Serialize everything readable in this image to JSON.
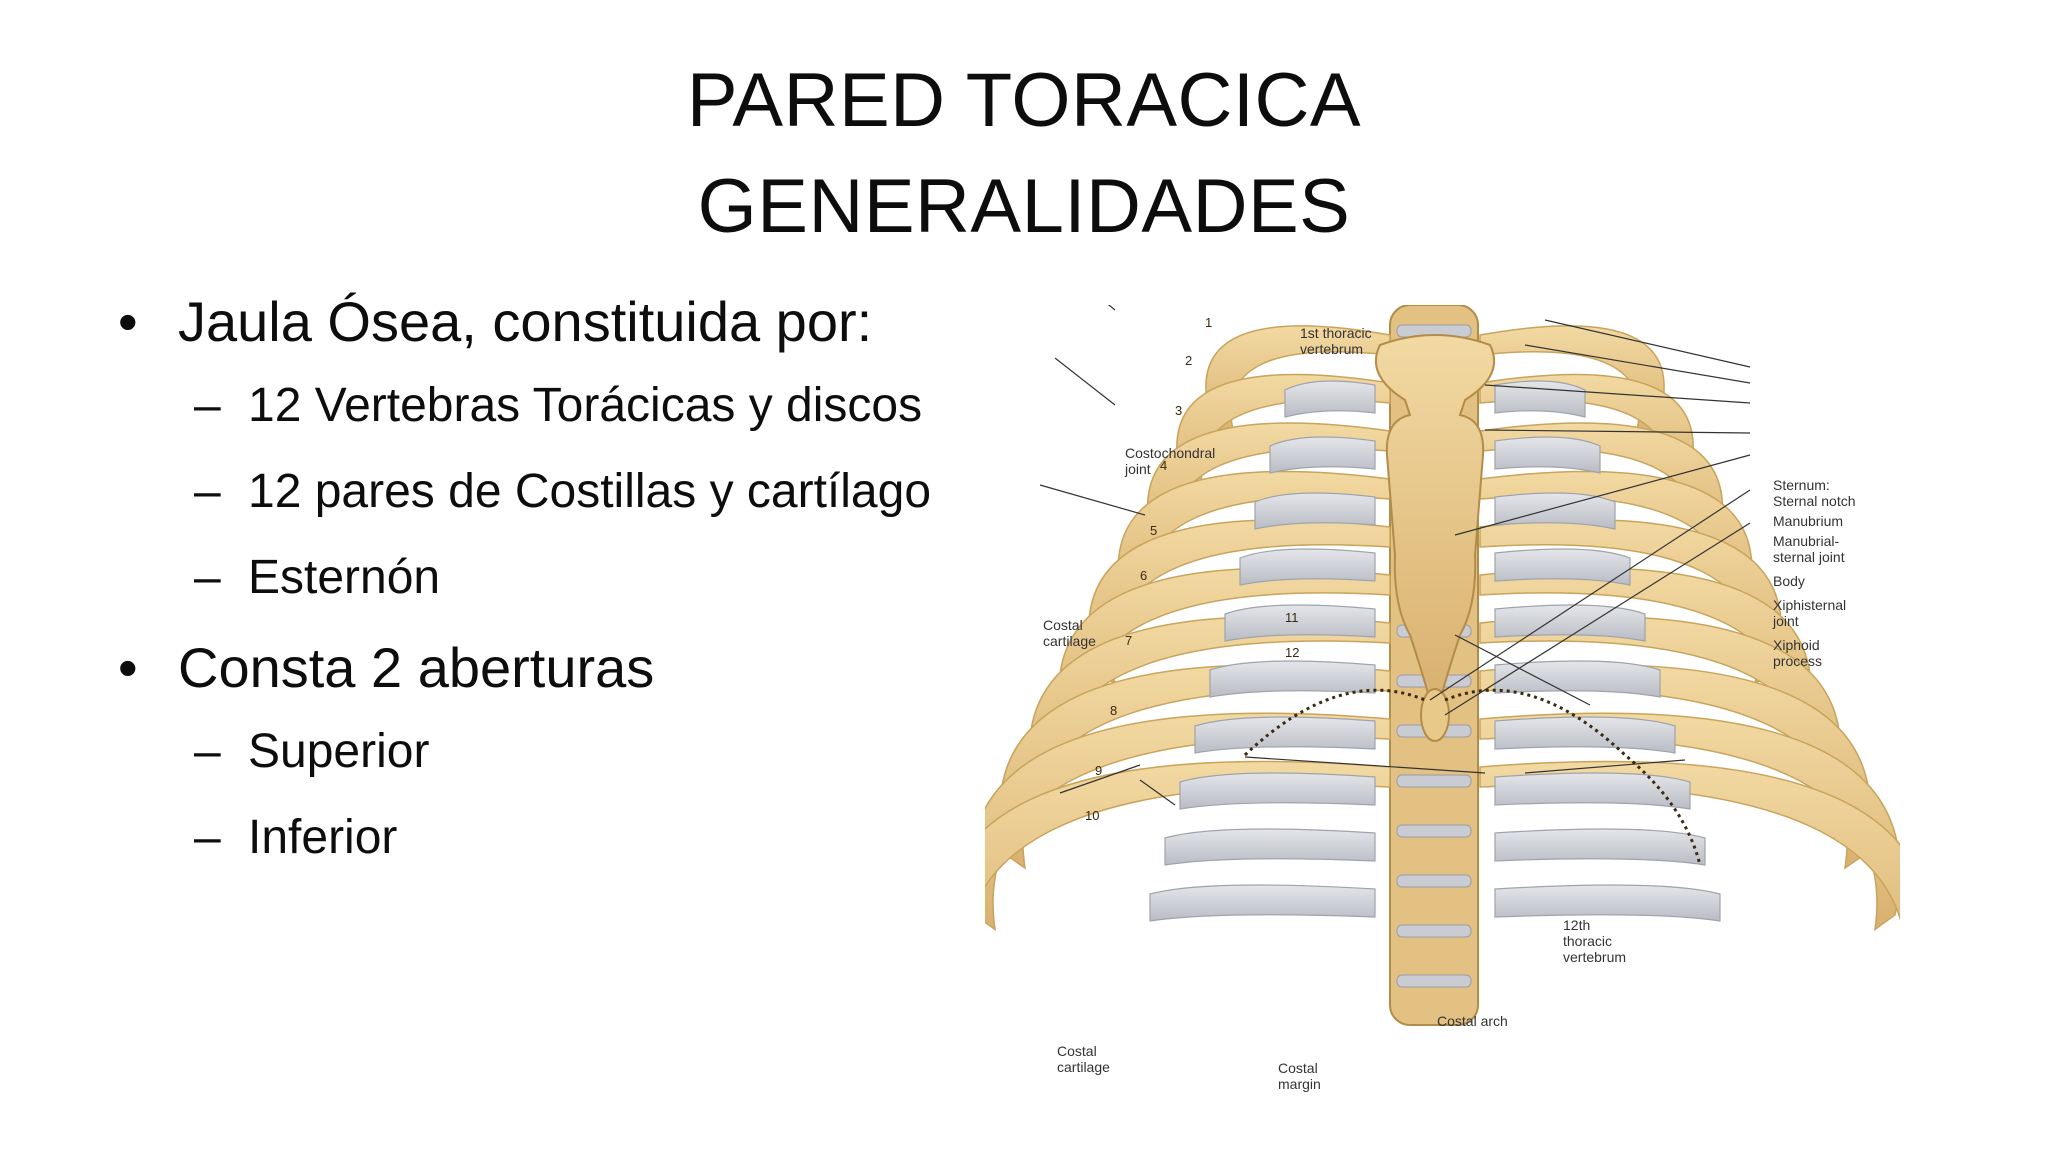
{
  "title": {
    "line1": "PARED TORACICA",
    "line2": "GENERALIDADES"
  },
  "bullets": [
    {
      "text": "Jaula Ósea, constituida por:",
      "subitems": [
        "12 Vertebras Torácicas y discos",
        "12 pares de Costillas y cartílago",
        "Esternón"
      ]
    },
    {
      "text": "Consta 2 aberturas",
      "subitems": [
        "Superior",
        "Inferior"
      ]
    }
  ],
  "bullet_glyph": "•",
  "dash_glyph": "–",
  "figure": {
    "labels": {
      "first_thoracic_1": "1st thoracic",
      "first_thoracic_2": "vertebrum",
      "costochondral_1": "Costochondral",
      "costochondral_2": "joint",
      "costal_cartilage_1": "Costal",
      "costal_cartilage_2": "cartilage",
      "sternum": "Sternum:",
      "sternal_notch": "Sternal notch",
      "manubrium": "Manubrium",
      "manubrial_1": "Manubrial-",
      "manubrial_2": "sternal joint",
      "body": "Body",
      "xiphisternal_1": "Xiphisternal",
      "xiphisternal_2": "joint",
      "xiphoid_1": "Xiphoid",
      "xiphoid_2": "process",
      "twelfth_1": "12th",
      "twelfth_2": "thoracic",
      "twelfth_3": "vertebrum",
      "costal_arch": "Costal arch",
      "costal_cartilage_b1": "Costal",
      "costal_cartilage_b2": "cartilage",
      "costal_margin_1": "Costal",
      "costal_margin_2": "margin"
    },
    "rib_numbers": [
      "1",
      "2",
      "3",
      "4",
      "5",
      "6",
      "7",
      "8",
      "9",
      "10",
      "11",
      "12"
    ],
    "colors": {
      "bone": "#e8c98a",
      "bone_shadow": "#c9a45c",
      "cartilage": "#cfd2d8",
      "line": "#333333"
    }
  }
}
